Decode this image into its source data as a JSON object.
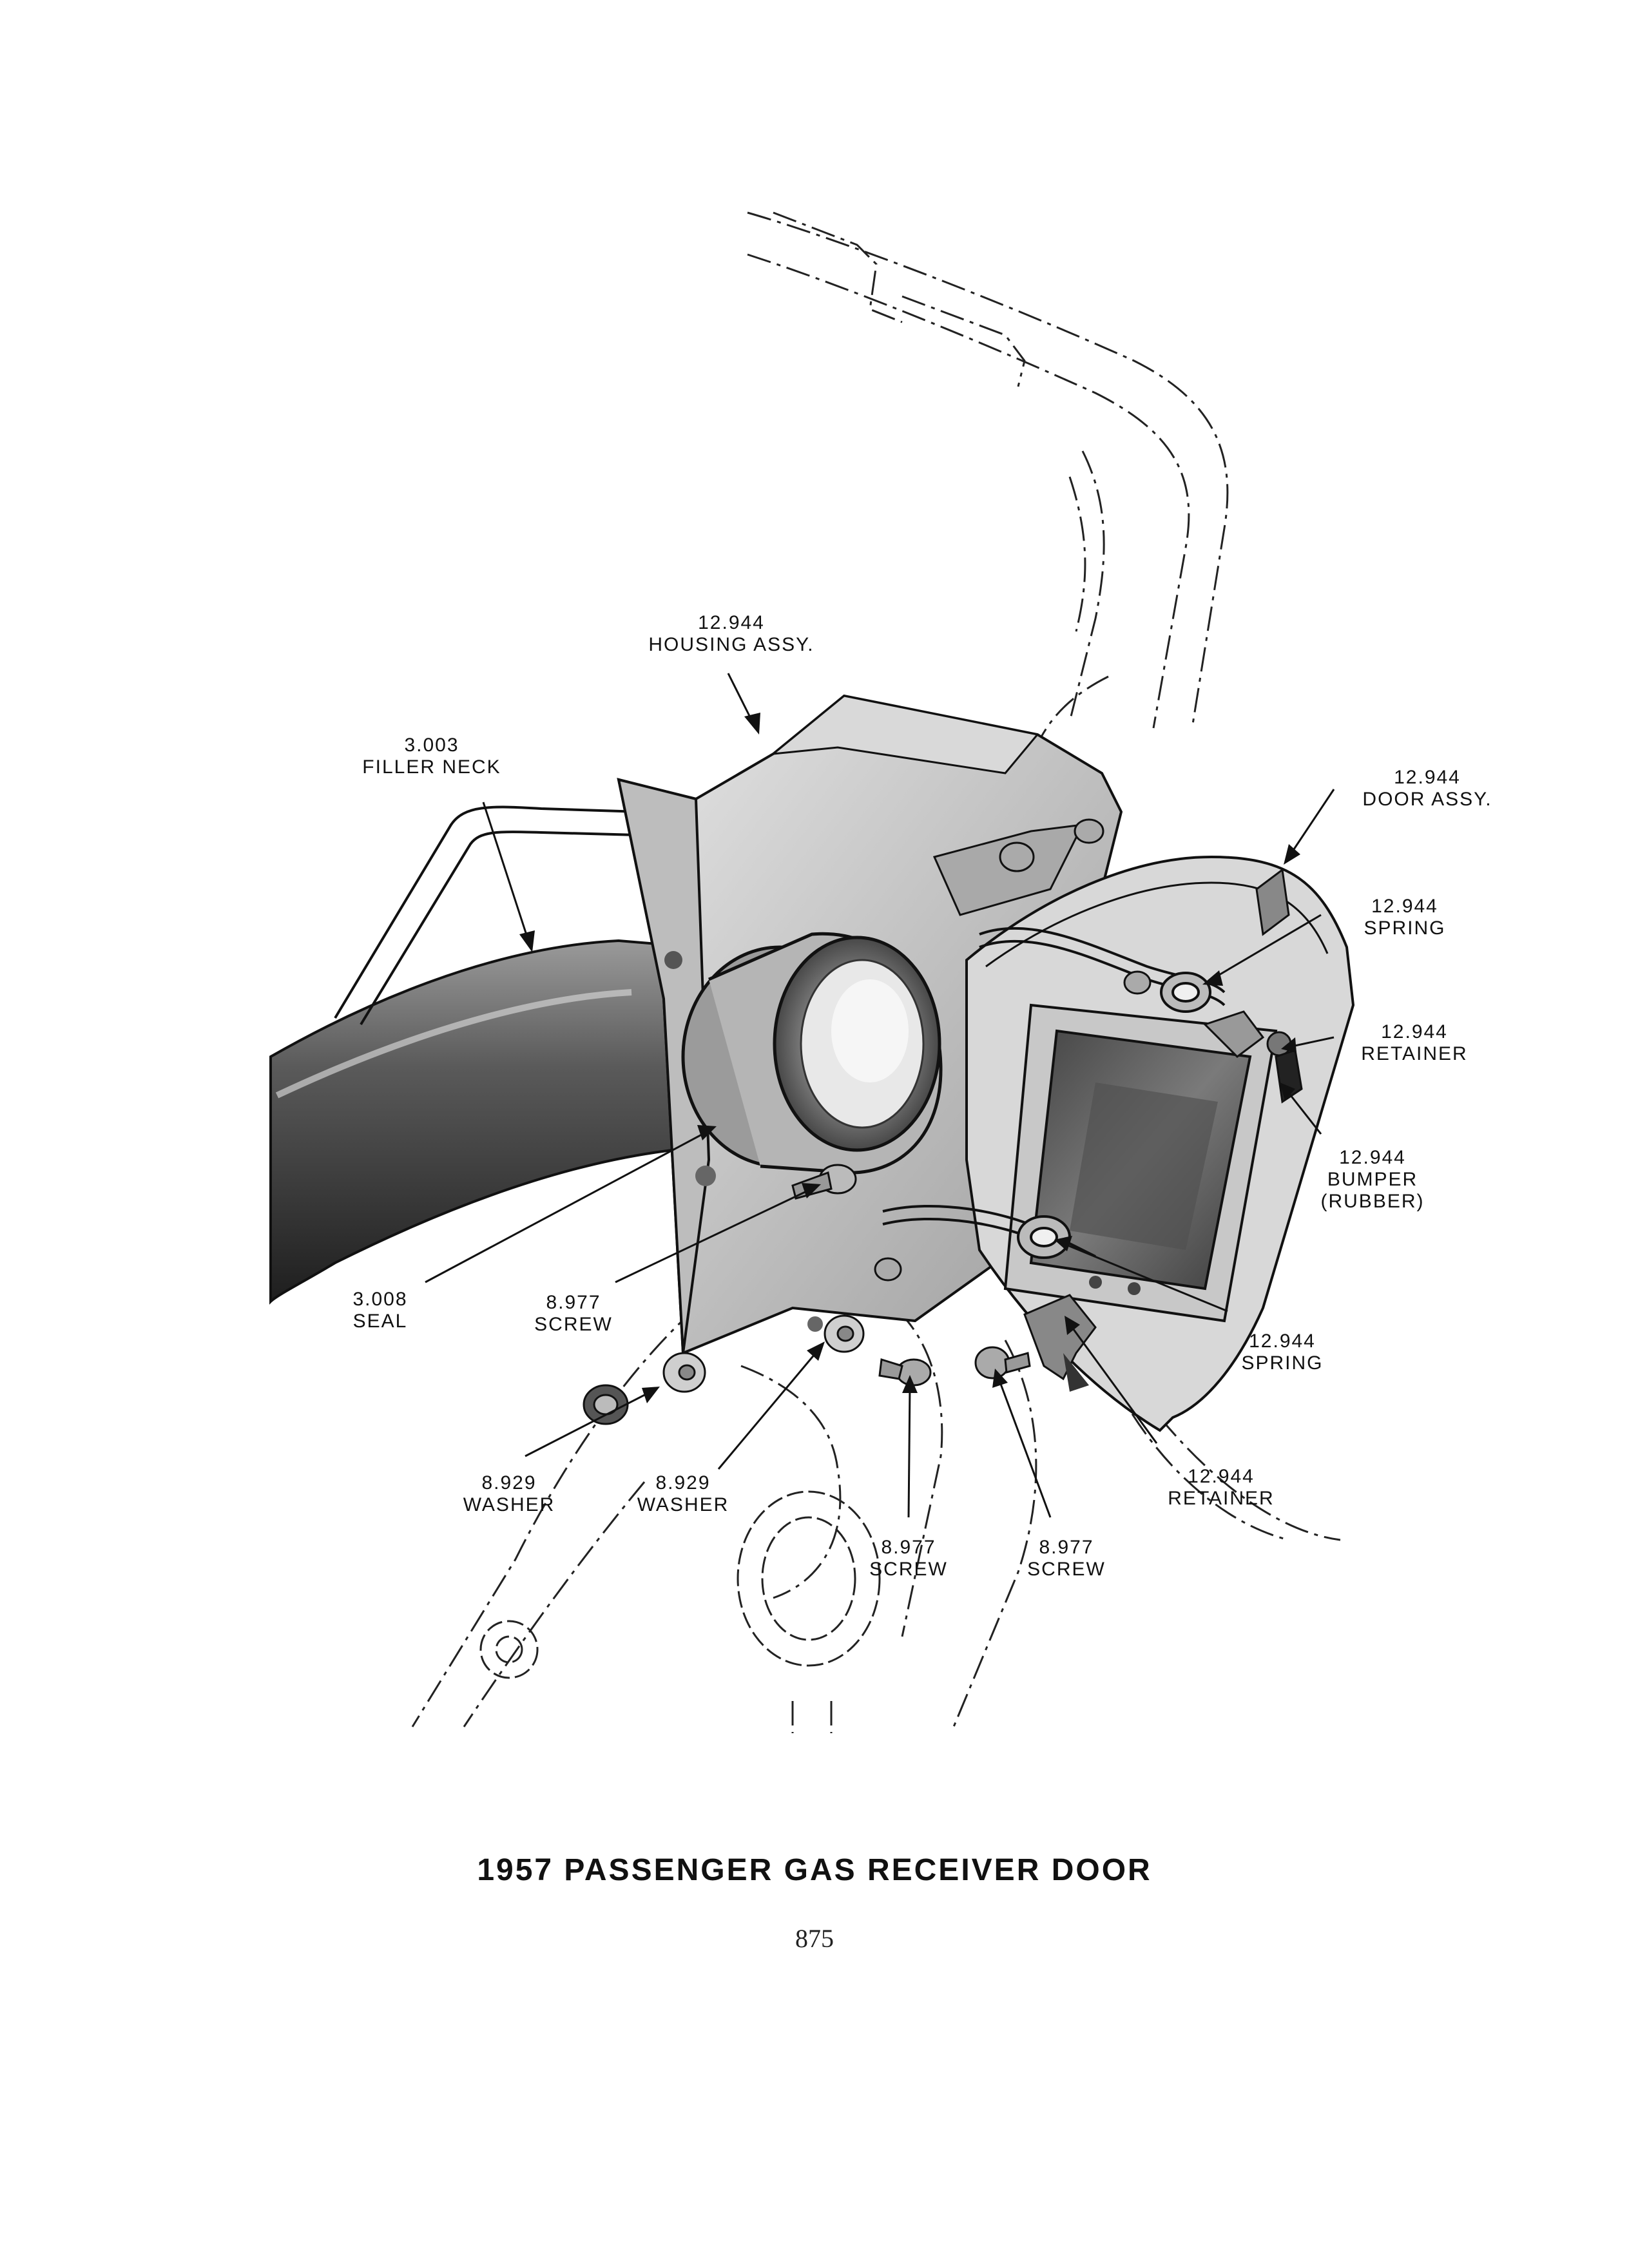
{
  "labels": {
    "housing": {
      "part": "12.944",
      "name": "HOUSING ASSY."
    },
    "filler_neck": {
      "part": "3.003",
      "name": "FILLER NECK"
    },
    "door": {
      "part": "12.944",
      "name": "DOOR ASSY."
    },
    "spring_top": {
      "part": "12.944",
      "name": "SPRING"
    },
    "retainer_top": {
      "part": "12.944",
      "name": "RETAINER"
    },
    "bumper": {
      "part": "12.944",
      "name": "BUMPER",
      "name2": "(RUBBER)"
    },
    "seal": {
      "part": "3.008",
      "name": "SEAL"
    },
    "screw_left": {
      "part": "8.977",
      "name": "SCREW"
    },
    "spring_bottom": {
      "part": "12.944",
      "name": "SPRING"
    },
    "washer_left": {
      "part": "8.929",
      "name": "WASHER"
    },
    "washer_mid": {
      "part": "8.929",
      "name": "WASHER"
    },
    "retainer_bottom": {
      "part": "12.944",
      "name": "RETAINER"
    },
    "screw_mid": {
      "part": "8.977",
      "name": "SCREW"
    },
    "screw_right": {
      "part": "8.977",
      "name": "SCREW"
    }
  },
  "caption": "1957 PASSENGER GAS RECEIVER DOOR",
  "page_number": "875",
  "colors": {
    "ink": "#111111",
    "shade_dark": "#3a3a3a",
    "shade_mid": "#8a8a8a",
    "shade_light": "#c8c8c8",
    "paper": "#ffffff"
  }
}
